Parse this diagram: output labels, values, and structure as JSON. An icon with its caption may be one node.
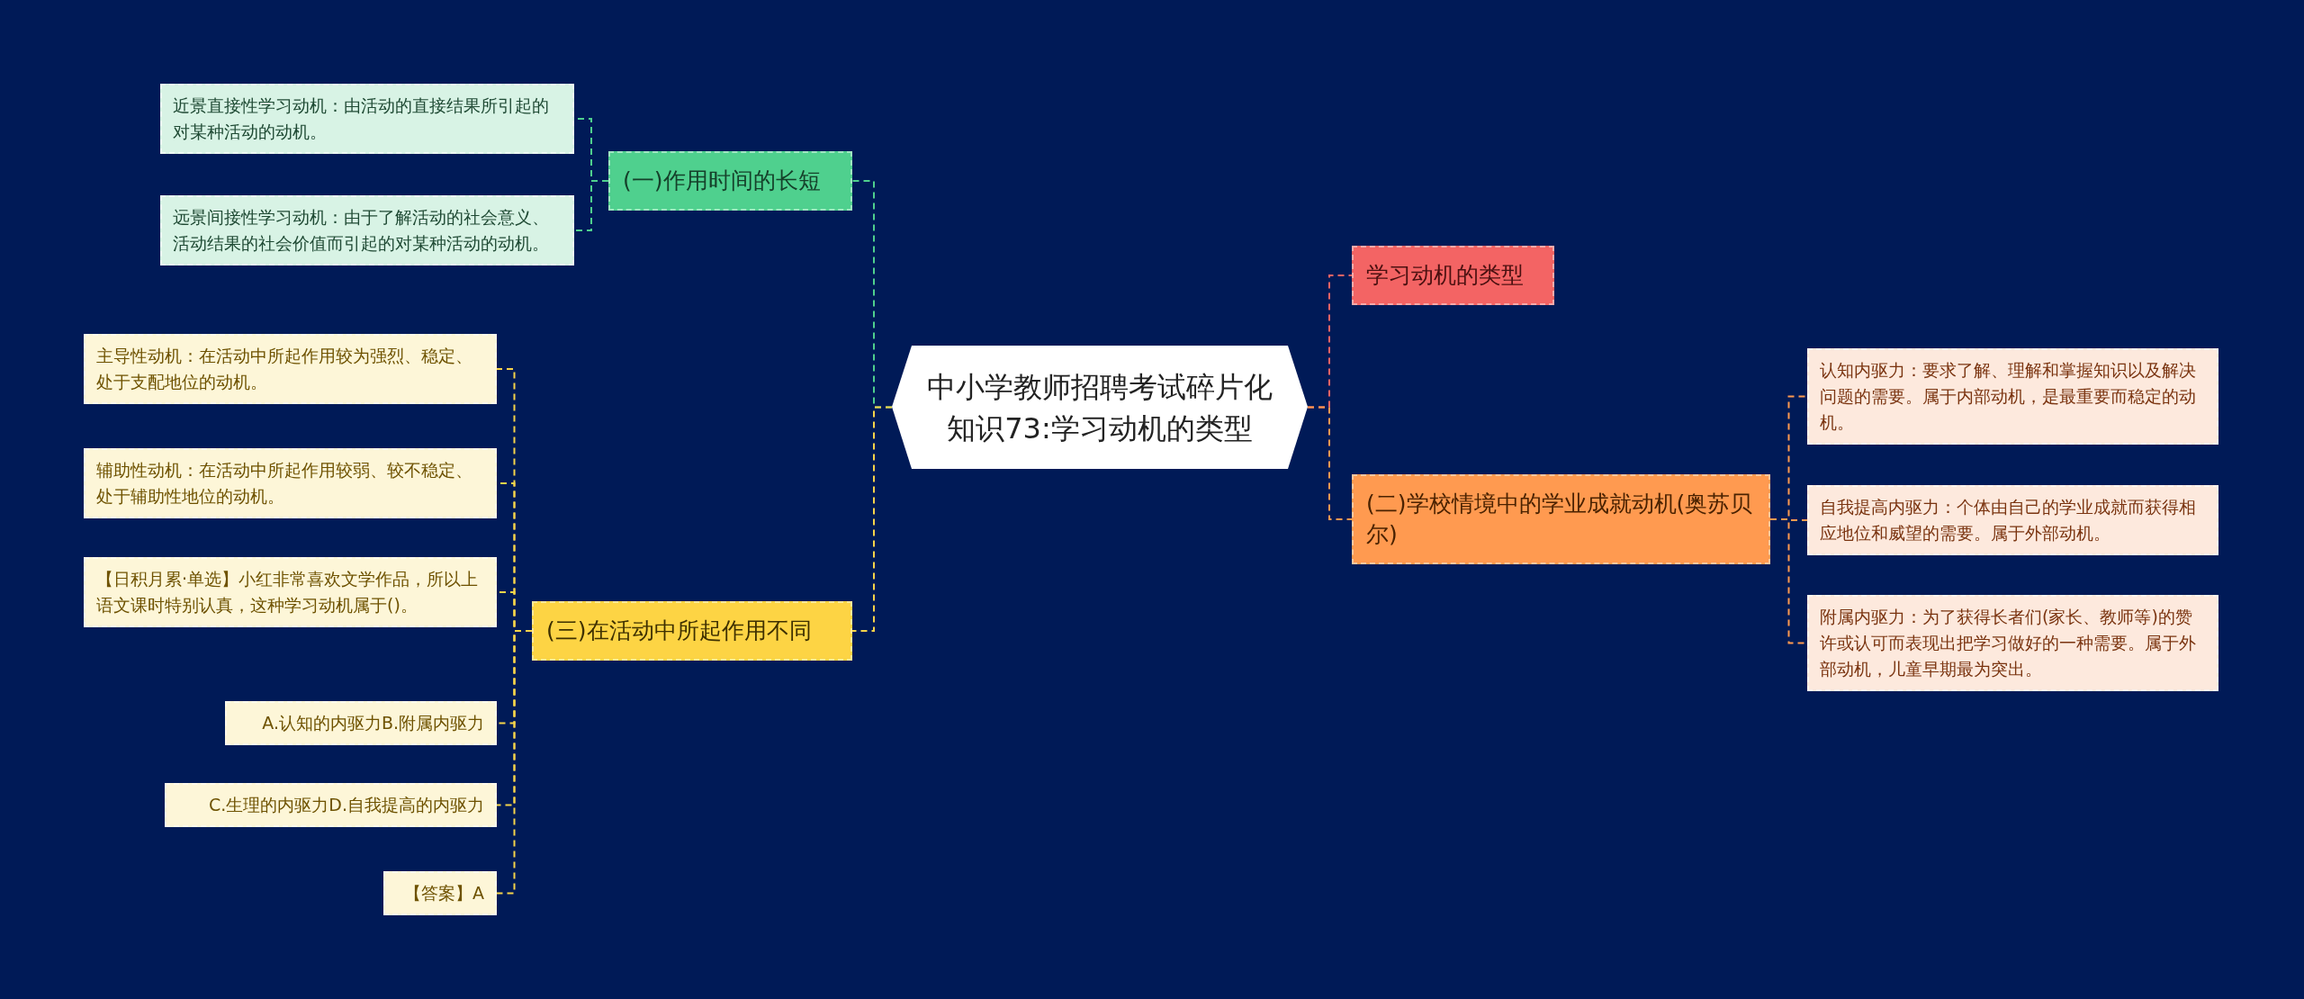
{
  "diagram": {
    "nodes": [
      {
        "text": [
          "中小学教师招聘考试碎片化知识73:学习动机的类型"
        ]
      },
      {
        "text": [
          "(一)作用时间的长短"
        ]
      },
      {
        "text": [
          "近景直接性学习动机：由活动的直接结果所引起的对某种活动的动机。"
        ]
      },
      {
        "text": [
          "远景间接性学习动机：由于了解活动的社会意义、活动结果的社会价值而引起的对某种活动的动机。"
        ]
      },
      {
        "text": [
          "(三)在活动中所起作用不同"
        ]
      },
      {
        "text": [
          "主导性动机：在活动中所起作用较为强烈、稳定、处于支配地位的动机。"
        ]
      },
      {
        "text": [
          "辅助性动机：在活动中所起作用较弱、较不稳定、处于辅助性地位的动机。"
        ]
      },
      {
        "text": [
          "【日积月累·单选】小红非常喜欢文学作品，所以上语文课时特别认真，这种学习动机属于()。"
        ]
      },
      {
        "text": [
          "A.认知的内驱力B.附属内驱力"
        ]
      },
      {
        "text": [
          "C.生理的内驱力D.自我提高的内驱力"
        ]
      },
      {
        "text": [
          "【答案】A"
        ]
      },
      {
        "text": [
          "学习动机的类型"
        ]
      },
      {
        "text": [
          "(二)学校情境中的学业成就动机(奥苏贝尔)"
        ]
      },
      {
        "text": [
          "认知内驱力：要求了解、理解和掌握知识以及解决问题的需要。属于内部动机，是最重要而稳定的动机。"
        ]
      },
      {
        "text": [
          "自我提高内驱力：个体由自己的学业成就而获得相应地位和威望的需要。属于外部动机。"
        ]
      },
      {
        "text": [
          "附属内驱力：为了获得长者们(家长、教师等)的赞许或认可而表现出把学习做好的一种需要。属于外部动机，儿童早期最为突出。"
        ]
      }
    ],
    "edges": [
      {
        "from": 0,
        "to": 1,
        "arrow": "none",
        "style": "dashed",
        "color": "#4fd08e"
      },
      {
        "from": 1,
        "to": 2,
        "arrow": "none",
        "style": "dashed",
        "color": "#4fd08e"
      },
      {
        "from": 1,
        "to": 3,
        "arrow": "none",
        "style": "dashed",
        "color": "#4fd08e"
      },
      {
        "from": 0,
        "to": 4,
        "arrow": "none",
        "style": "dashed"
      },
      {
        "from": 4,
        "to": 5,
        "arrow": "none",
        "style": "dashed"
      },
      {
        "from": 4,
        "to": 6,
        "arrow": "none",
        "style": "dashed"
      },
      {
        "from": 4,
        "to": 7,
        "arrow": "none",
        "style": "dashed"
      },
      {
        "from": 4,
        "to": 8,
        "arrow": "none",
        "style": "dashed"
      },
      {
        "from": 4,
        "to": 9,
        "arrow": "none",
        "style": "dashed"
      },
      {
        "from": 4,
        "to": 10,
        "arrow": "none",
        "style": "dashed"
      },
      {
        "from": 0,
        "to": 11,
        "arrow": "none",
        "style": "dashed",
        "color": "#f36464"
      },
      {
        "from": 0,
        "to": 12,
        "arrow": "none",
        "style": "dashed",
        "color": "#ff9a50"
      },
      {
        "from": 12,
        "to": 13,
        "arrow": "none",
        "style": "dashed",
        "color": "#ff9a50"
      },
      {
        "from": 12,
        "to": 14,
        "arrow": "none",
        "style": "dashed",
        "color": "#ff9a50"
      },
      {
        "from": 12,
        "to": 15,
        "arrow": "none",
        "style": "dashed",
        "color": "#ff9a50"
      }
    ]
  }
}
